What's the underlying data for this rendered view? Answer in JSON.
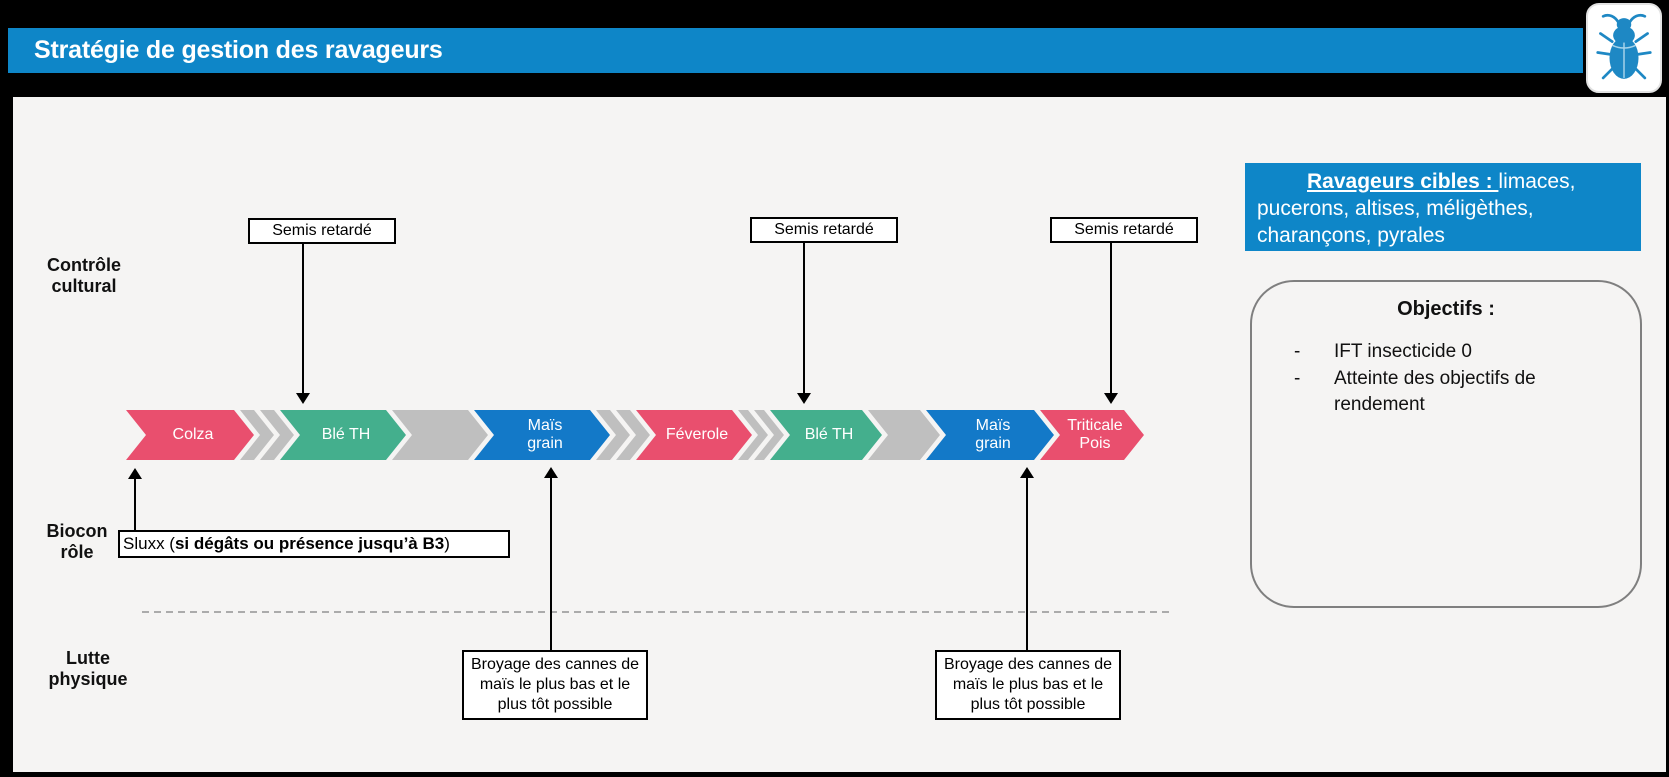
{
  "header": {
    "title": "Stratégie de gestion des ravageurs"
  },
  "logo": {
    "icon": "beetle-icon"
  },
  "row_labels": {
    "cultural": {
      "line1": "Contrôle",
      "line2": "cultural"
    },
    "biocontrol": {
      "line1": "Biocon",
      "line2": "rôle"
    },
    "physical": {
      "line1": "Lutte",
      "line2": "physique"
    }
  },
  "annotations": {
    "semis_label": "Semis retardé",
    "sluxx_prefix": "Sluxx (",
    "sluxx_bold": "si dégâts ou présence jusqu’à B3",
    "sluxx_suffix": ")",
    "broyage_label": "Broyage des cannes de maïs le plus bas et le plus tôt possible"
  },
  "rotation": {
    "segments": [
      {
        "type": "crop-pink",
        "label": "Colza"
      },
      {
        "type": "separator"
      },
      {
        "type": "separator"
      },
      {
        "type": "crop-green",
        "label": "Blé TH"
      },
      {
        "type": "separator"
      },
      {
        "type": "crop-blue",
        "label": "Maïs\ngrain"
      },
      {
        "type": "separator"
      },
      {
        "type": "separator"
      },
      {
        "type": "crop-pink",
        "label": "Féverole"
      },
      {
        "type": "separator"
      },
      {
        "type": "separator"
      },
      {
        "type": "crop-green",
        "label": "Blé TH"
      },
      {
        "type": "separator"
      },
      {
        "type": "crop-blue",
        "label": "Maïs\ngrain"
      },
      {
        "type": "crop-pink",
        "label": "Triticale\nPois"
      }
    ]
  },
  "targets": {
    "heading": "Ravageurs cibles : ",
    "text": "limaces, pucerons, altises, méligèthes, charançons, pyrales"
  },
  "objectives": {
    "title": "Objectifs :",
    "items": [
      "IFT insecticide 0",
      "Atteinte des objectifs de rendement"
    ]
  },
  "colors": {
    "header_blue": "#0E86C8",
    "targets_blue": "#0E86C8",
    "crop_pink": "#E94F6E",
    "crop_green": "#44AF8D",
    "crop_blue": "#1379C8",
    "separator_gray": "#BFBFBF",
    "beetle_blue": "#1E88C4"
  }
}
